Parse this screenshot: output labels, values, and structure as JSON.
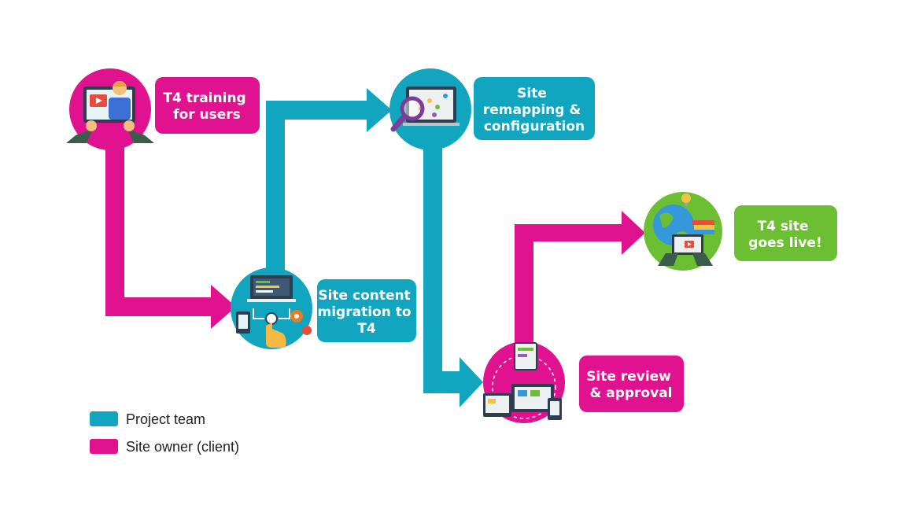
{
  "colors": {
    "project_team": "#12a5c0",
    "site_owner": "#e0128f",
    "go_live": "#6cbf33",
    "dark": "#2c3e50"
  },
  "steps": [
    {
      "lines": [
        "T4 training",
        "for users"
      ],
      "owner": "site_owner",
      "icon": "training-video-icon"
    },
    {
      "lines": [
        "Site content",
        "migration to",
        "T4"
      ],
      "owner": "project_team",
      "icon": "content-migration-icon"
    },
    {
      "lines": [
        "Site",
        "remapping &",
        "configuration"
      ],
      "owner": "project_team",
      "icon": "analytics-magnifier-icon"
    },
    {
      "lines": [
        "Site review",
        "& approval"
      ],
      "owner": "site_owner",
      "icon": "responsive-devices-icon"
    },
    {
      "lines": [
        "T4 site",
        "goes live!"
      ],
      "owner": "go_live",
      "icon": "globe-launch-icon"
    }
  ],
  "legend": [
    {
      "label": "Project team",
      "color": "#12a5c0"
    },
    {
      "label": "Site owner (client)",
      "color": "#e0128f"
    }
  ]
}
